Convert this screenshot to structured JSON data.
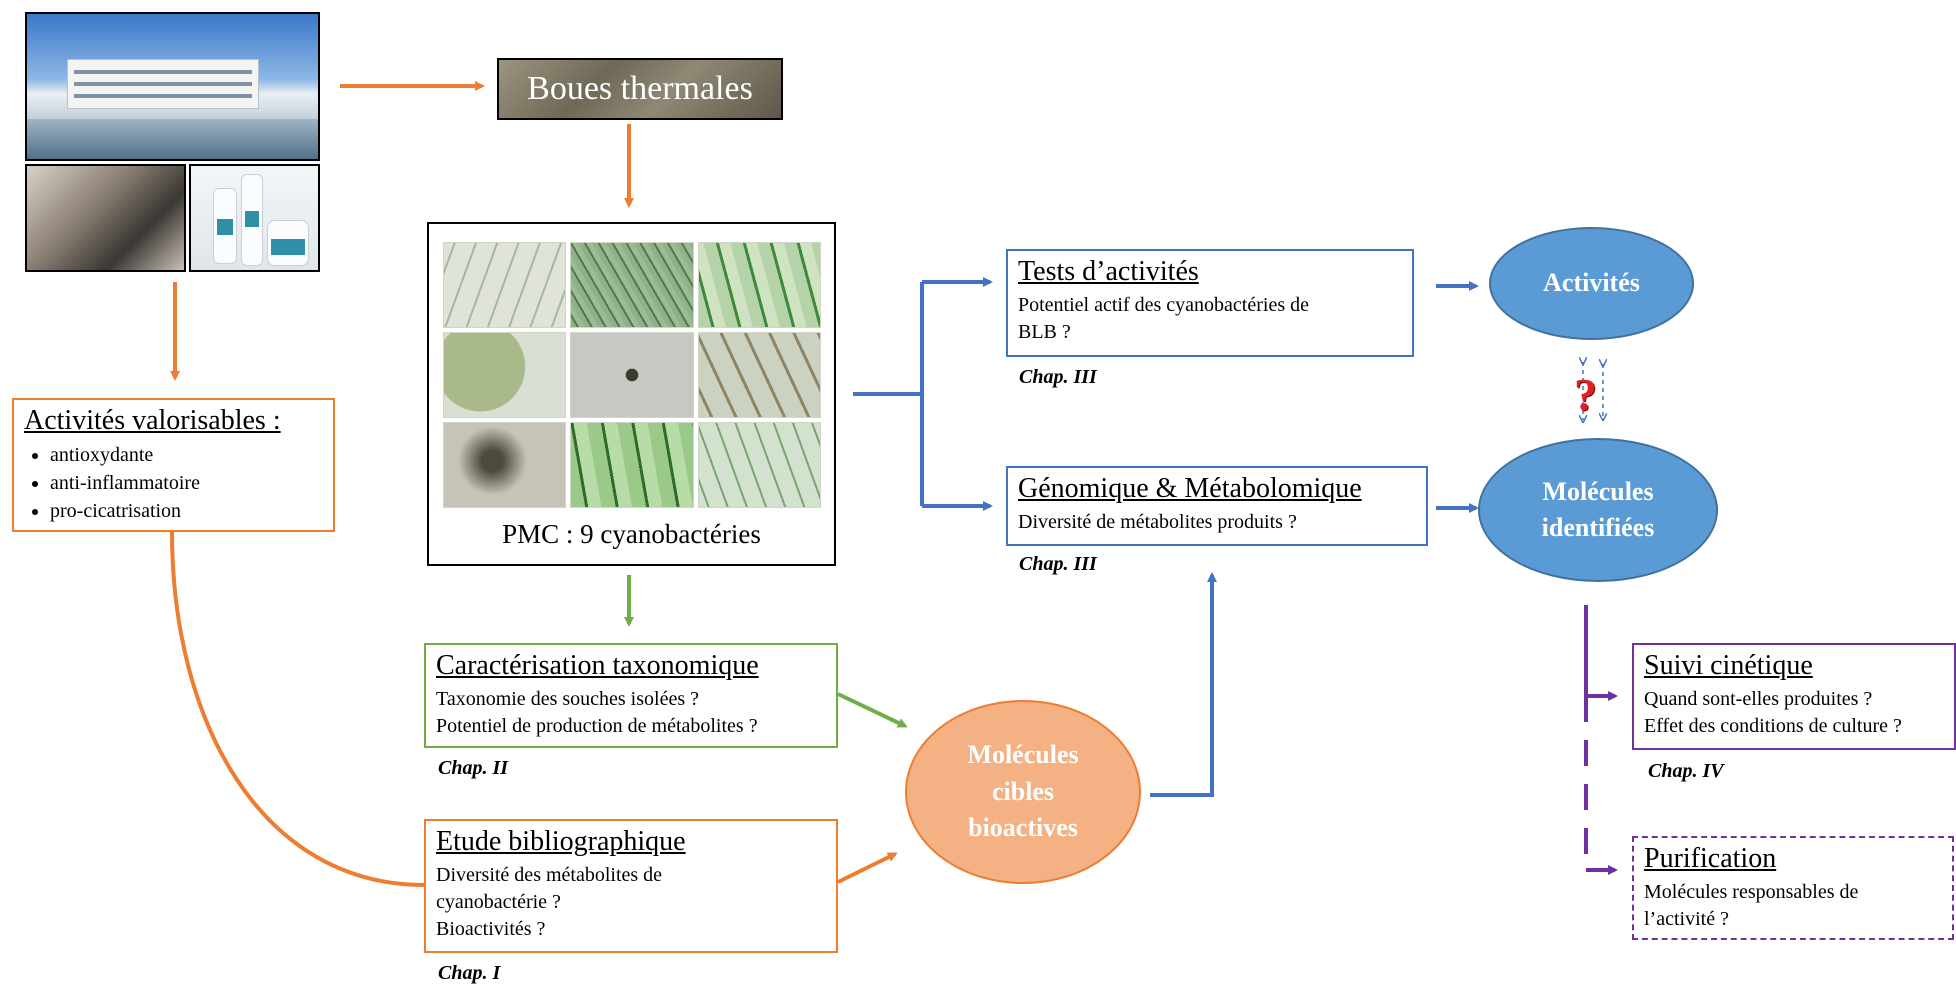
{
  "boues": {
    "title": "Boues thermales"
  },
  "pmc": {
    "label": "PMC : 9 cyanobactéries"
  },
  "activites_valorisables": {
    "title": "Activités valorisables :",
    "items": [
      "antioxydante",
      "anti-inflammatoire",
      "pro-cicatrisation"
    ]
  },
  "taxonomie": {
    "title": "Caractérisation taxonomique",
    "lines": [
      "Taxonomie des souches isolées ?",
      "Potentiel de production de métabolites ?"
    ],
    "chap": "Chap. II"
  },
  "biblio": {
    "title": "Etude bibliographique",
    "lines": [
      "Diversité des métabolites de",
      "cyanobactérie ?",
      "Bioactivités ?"
    ],
    "chap": "Chap. I"
  },
  "molecules_cibles": {
    "lines": [
      "Molécules",
      "cibles",
      "bioactives"
    ]
  },
  "tests": {
    "title": "Tests d’activités",
    "lines": [
      "Potentiel actif des cyanobactéries de",
      "BLB ?"
    ],
    "chap": "Chap. III"
  },
  "genomique": {
    "title": "Génomique & Métabolomique",
    "lines": [
      "Diversité de métabolites produits ?"
    ],
    "chap": "Chap. III"
  },
  "activites": {
    "label": "Activités"
  },
  "molecules_identifiees": {
    "lines": [
      "Molécules",
      "identifiées"
    ]
  },
  "question_mark": "?",
  "suivi": {
    "title": "Suivi cinétique",
    "lines": [
      "Quand sont-elles produites ?",
      "Effet des conditions de culture ?"
    ],
    "chap": "Chap. IV"
  },
  "purification": {
    "title": "Purification",
    "lines": [
      "Molécules responsables de",
      "l’activité ?"
    ]
  },
  "colors": {
    "orange": "#ed7d31",
    "green": "#70ad47",
    "blue": "#4472c4",
    "purple": "#7030a0",
    "ellipse_blue": "#5b9bd5",
    "ellipse_orange": "#f4b183"
  }
}
